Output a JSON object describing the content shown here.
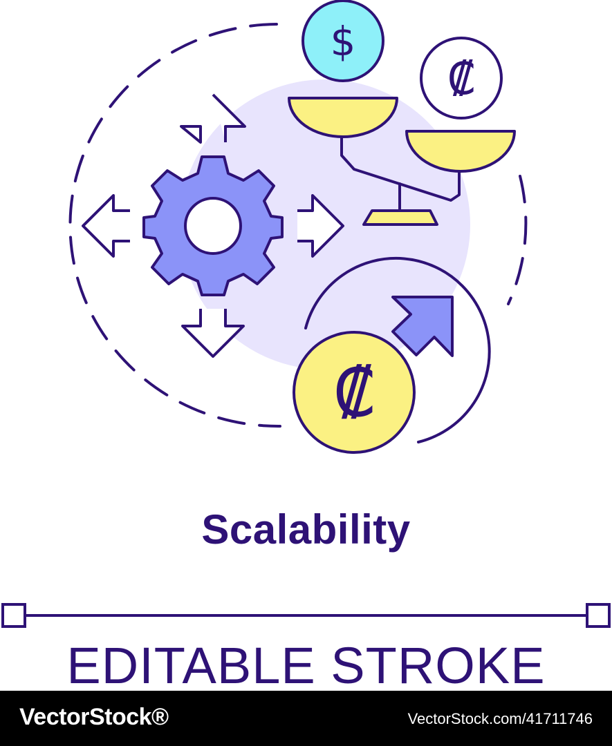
{
  "icon": {
    "name": "scalability-concept-icon",
    "colors": {
      "outline": "#2e1276",
      "gear": "#8b93f8",
      "background_blob": "#e8e4fd",
      "coin_cyan": "#8ef0f9",
      "coin_yellow": "#fbf183",
      "arrow_fill": "#8b93f8"
    },
    "coins": {
      "dollar_symbol": "$",
      "colon_symbol": "₡"
    }
  },
  "title": "Scalability",
  "editable_stroke_label": "EDITABLE STROKE",
  "footer": {
    "brand": "VectorStock®",
    "stock_id": "VectorStock.com/41711746"
  }
}
